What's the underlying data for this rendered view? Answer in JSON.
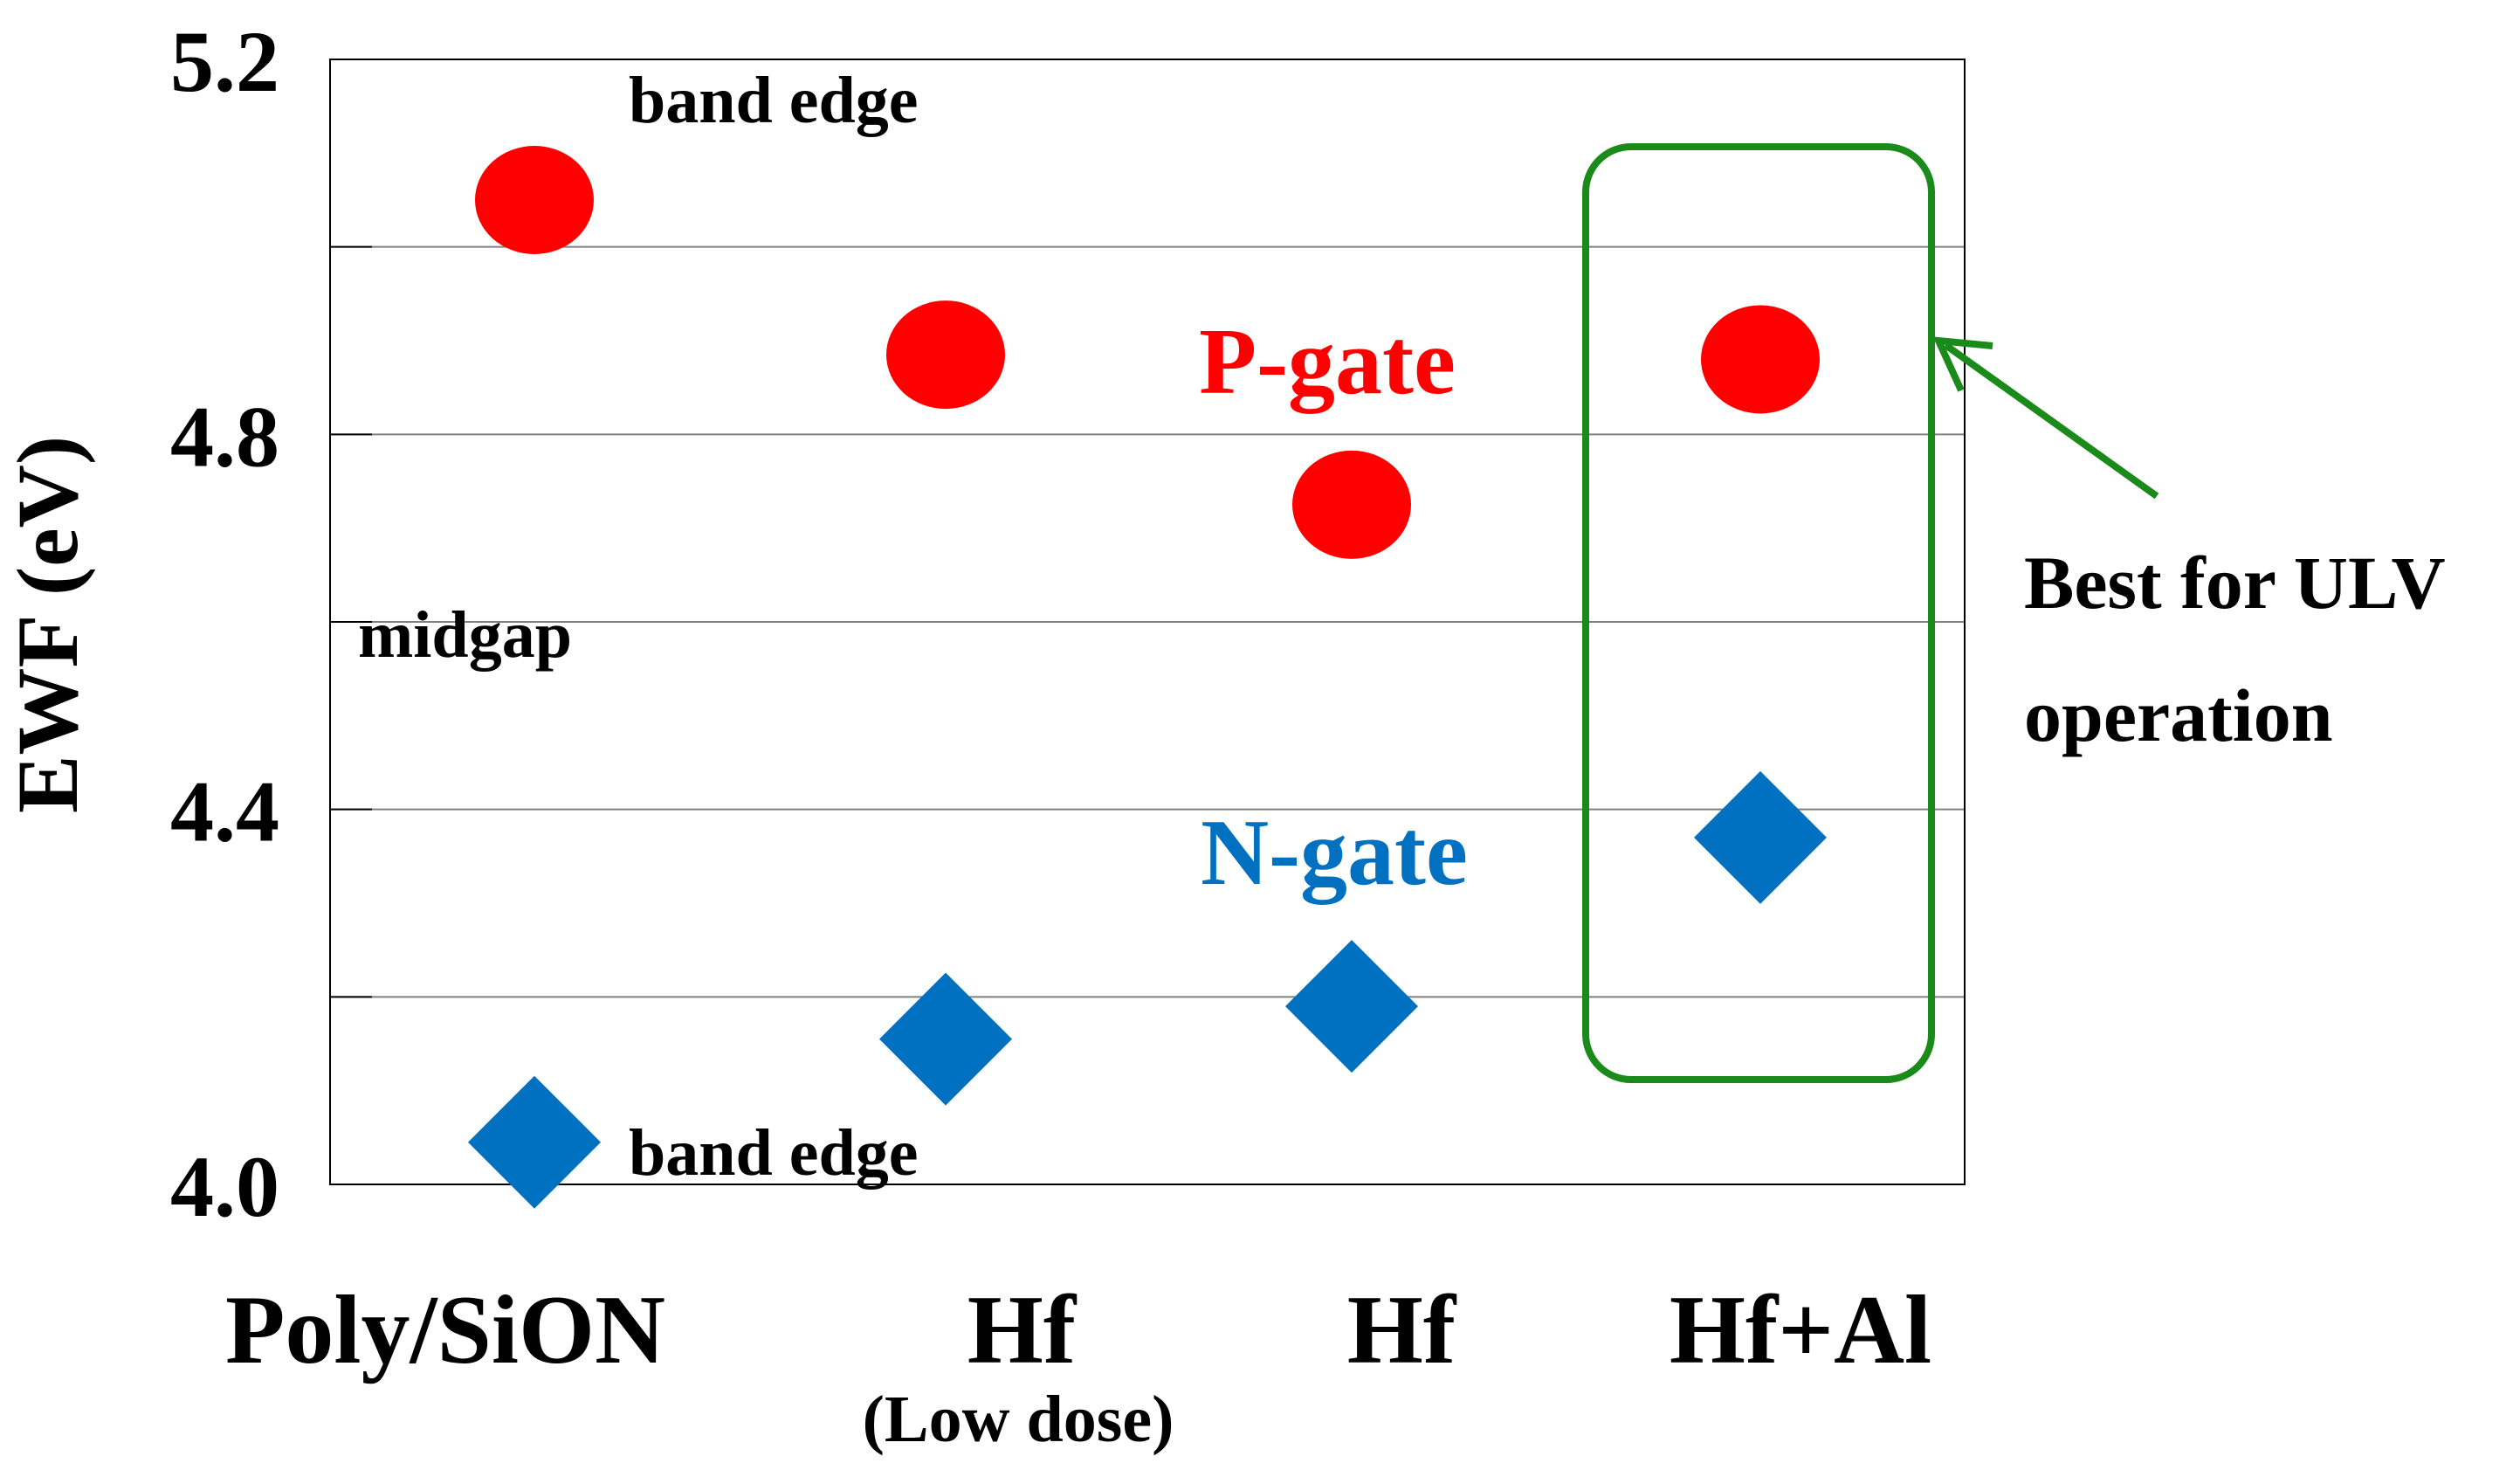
{
  "chart_data": {
    "type": "scatter",
    "title": "",
    "xlabel": "",
    "ylabel": "EWF (eV)",
    "ylim": [
      4.0,
      5.2
    ],
    "y_ticks": [
      4.0,
      4.2,
      4.4,
      4.6,
      4.8,
      5.0,
      5.2
    ],
    "y_tick_labels": [
      "4.0",
      "",
      "4.4",
      "",
      "4.8",
      "",
      "5.2"
    ],
    "grid": true,
    "categories": [
      {
        "label": "Poly/SiON",
        "sublabel": ""
      },
      {
        "label": "Hf",
        "sublabel": "(Low dose)"
      },
      {
        "label": "Hf",
        "sublabel": ""
      },
      {
        "label": "Hf+Al",
        "sublabel": ""
      }
    ],
    "series": [
      {
        "name": "P-gate",
        "marker": "circle",
        "color": "#ff0000",
        "values": [
          5.05,
          4.885,
          4.725,
          4.88
        ]
      },
      {
        "name": "N-gate",
        "marker": "diamond",
        "color": "#0070c0",
        "values": [
          4.045,
          4.155,
          4.19,
          4.37
        ]
      }
    ],
    "annotations": {
      "band_edge_top": "band edge",
      "band_edge_bottom": "band edge",
      "midgap": "midgap",
      "callout_line1": "Best for ULV",
      "callout_line2": "operation",
      "highlight_color": "#1a8a1a"
    }
  }
}
